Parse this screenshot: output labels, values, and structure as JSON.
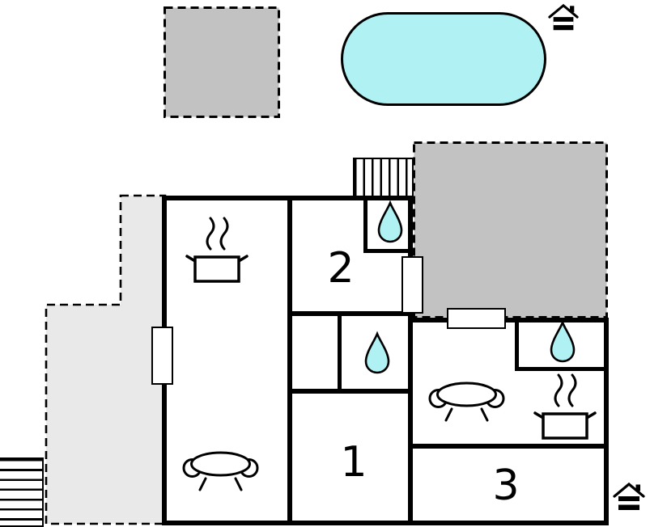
{
  "rooms": [
    {
      "label": "1"
    },
    {
      "label": "2"
    },
    {
      "label": "3"
    }
  ],
  "colors": {
    "water": "#b0f2f4",
    "terrace_dark": "#c2c2c2",
    "terrace_light": "#e9e9e9",
    "wall": "#000000"
  },
  "icons": {
    "pool": "swimming-pool",
    "drop": "shower-water-drop",
    "stove": "stove-pot-with-steam",
    "sofa": "sofa",
    "stairs": "stairs",
    "house": "house-entrance",
    "window": "window"
  }
}
